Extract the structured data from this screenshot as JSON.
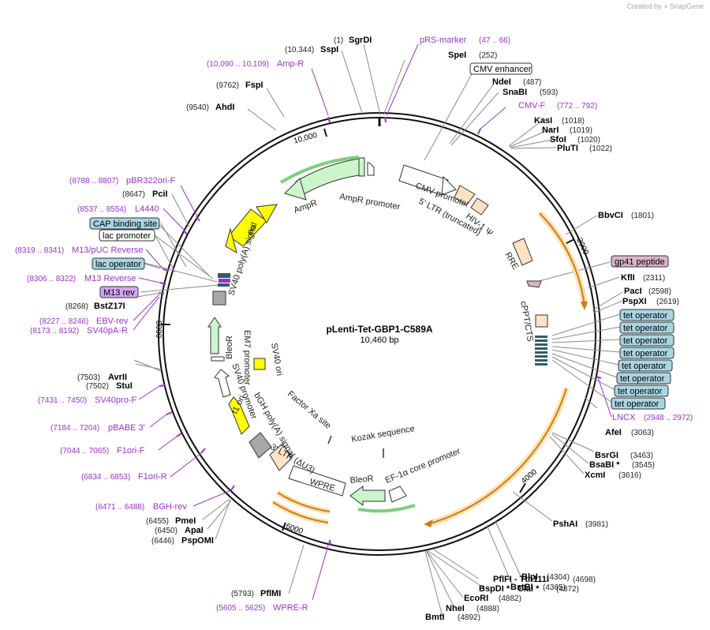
{
  "app": {
    "credit_prefix": "Created by",
    "credit_brand": "SnapGene"
  },
  "plasmid": {
    "name": "pLenti-Tet-GBP1-C589A",
    "size_label": "10,460 bp",
    "length": 10460
  },
  "colors": {
    "site": "#000000",
    "primer": "#9933cc",
    "tick": "#9933cc",
    "backbone": "#111111",
    "ampr": "#ccf5cc",
    "cmv": "#ffffff",
    "ltr": "#ffe2c4",
    "rre": "#ffe2c4",
    "ori": "#ffff00",
    "sv40pa": "#a8a8a8",
    "orf_arrow": "#f6a623",
    "tetop": "#a8d5e2",
    "gp41": "#d9b3cc",
    "m13rev": "#d5a6f0"
  },
  "ruler": [
    "10,000",
    "2000",
    "4000",
    "6000",
    "8000"
  ],
  "sites": [
    {
      "pos": "(1)",
      "name": "SgrDI"
    },
    {
      "pos": "(10,344)",
      "name": "SspI"
    },
    {
      "pos": "(252)",
      "name": "SpeI"
    },
    {
      "pos": "(9762)",
      "name": "FspI"
    },
    {
      "pos": "(487)",
      "name": "NdeI"
    },
    {
      "pos": "(593)",
      "name": "SnaBI"
    },
    {
      "pos": "(9540)",
      "name": "AhdI"
    },
    {
      "pos": "(1018)",
      "name": "KasI"
    },
    {
      "pos": "(1019)",
      "name": "NarI"
    },
    {
      "pos": "(1020)",
      "name": "SfoI"
    },
    {
      "pos": "(1022)",
      "name": "PluTI"
    },
    {
      "pos": "(8647)",
      "name": "PciI"
    },
    {
      "pos": "(1801)",
      "name": "BbvCI"
    },
    {
      "pos": "(2311)",
      "name": "KflI"
    },
    {
      "pos": "(2598)",
      "name": "PacI"
    },
    {
      "pos": "(2619)",
      "name": "PspXI"
    },
    {
      "pos": "(8268)",
      "name": "BstZ17I"
    },
    {
      "pos": "(7503)",
      "name": "AvrII"
    },
    {
      "pos": "(7502)",
      "name": "StuI"
    },
    {
      "pos": "(3063)",
      "name": "AfeI"
    },
    {
      "pos": "(3463)",
      "name": "BsrGI"
    },
    {
      "pos": "(3545)",
      "name": "BsaBI *"
    },
    {
      "pos": "(3616)",
      "name": "XcmI"
    },
    {
      "pos": "(3981)",
      "name": "PshAI"
    },
    {
      "pos": "(6455)",
      "name": "PmeI"
    },
    {
      "pos": "(6450)",
      "name": "ApaI"
    },
    {
      "pos": "(6446)",
      "name": "PspOMI"
    },
    {
      "pos": "(4304)",
      "name": "BlpI"
    },
    {
      "pos": "(4365)",
      "name": "BstBI"
    },
    {
      "pos": "(4698)",
      "name": "PflFI - Tth111I"
    },
    {
      "pos": "(4872)",
      "name": "BspDI * - ClaI *"
    },
    {
      "pos": "(4882)",
      "name": "EcoRI"
    },
    {
      "pos": "(4888)",
      "name": "NheI"
    },
    {
      "pos": "(5793)",
      "name": "PflMI"
    },
    {
      "pos": "(4892)",
      "name": "BmtI"
    }
  ],
  "primers": [
    {
      "name": "pRS-marker",
      "range": "(47 .. 66)"
    },
    {
      "name": "Amp-R",
      "range": "(10,090 .. 10,109)"
    },
    {
      "name": "CMV-F",
      "range": "(772 .. 792)"
    },
    {
      "name": "pBR322ori-F",
      "range": "(8788 .. 8807)"
    },
    {
      "name": "L4440",
      "range": "(8537 .. 8554)"
    },
    {
      "name": "M13/pUC Reverse",
      "range": "(8319 .. 8341)"
    },
    {
      "name": "M13 Reverse",
      "range": "(8306 .. 8322)"
    },
    {
      "name": "EBV-rev",
      "range": "(8227 .. 8246)"
    },
    {
      "name": "SV40pA-R",
      "range": "(8173 .. 8192)"
    },
    {
      "name": "SV40pro-F",
      "range": "(7431 .. 7450)"
    },
    {
      "name": "pBABE 3'",
      "range": "(7184 .. 7204)"
    },
    {
      "name": "F1ori-F",
      "range": "(7044 .. 7065)"
    },
    {
      "name": "F1ori-R",
      "range": "(6834 .. 6853)"
    },
    {
      "name": "BGH-rev",
      "range": "(6471 .. 6488)"
    },
    {
      "name": "LNCX",
      "range": "(2948 .. 2972)"
    },
    {
      "name": "WPRE-R",
      "range": "(5605 .. 5625)"
    }
  ],
  "boxed_labels": [
    {
      "text": "CMV enhancer",
      "style": "white"
    },
    {
      "text": "gp41 peptide",
      "style": "pink"
    },
    {
      "text": "CAP binding site",
      "style": "blue"
    },
    {
      "text": "lac promoter",
      "style": "white"
    },
    {
      "text": "lac operator",
      "style": "blue"
    },
    {
      "text": "M13 rev",
      "style": "purple"
    },
    {
      "text": "tet operator",
      "style": "blue"
    }
  ],
  "inner_labels": [
    "AmpR promoter",
    "AmpR",
    "ori",
    "CMV promoter",
    "5' LTR (truncated)",
    "HIV-1 Ψ",
    "RRE",
    "cPPT/CTS",
    "SV40 poly(A) signal",
    "BleoR",
    "EM7 promoter",
    "SV40 ori",
    "SV40 promoter",
    "f1 ori",
    "bGH poly(A) signal",
    "Factor Xa site",
    "3' LTR (ΔU3)",
    "Kozak sequence",
    "WPRE",
    "BleoR",
    "EF-1α core promoter"
  ]
}
